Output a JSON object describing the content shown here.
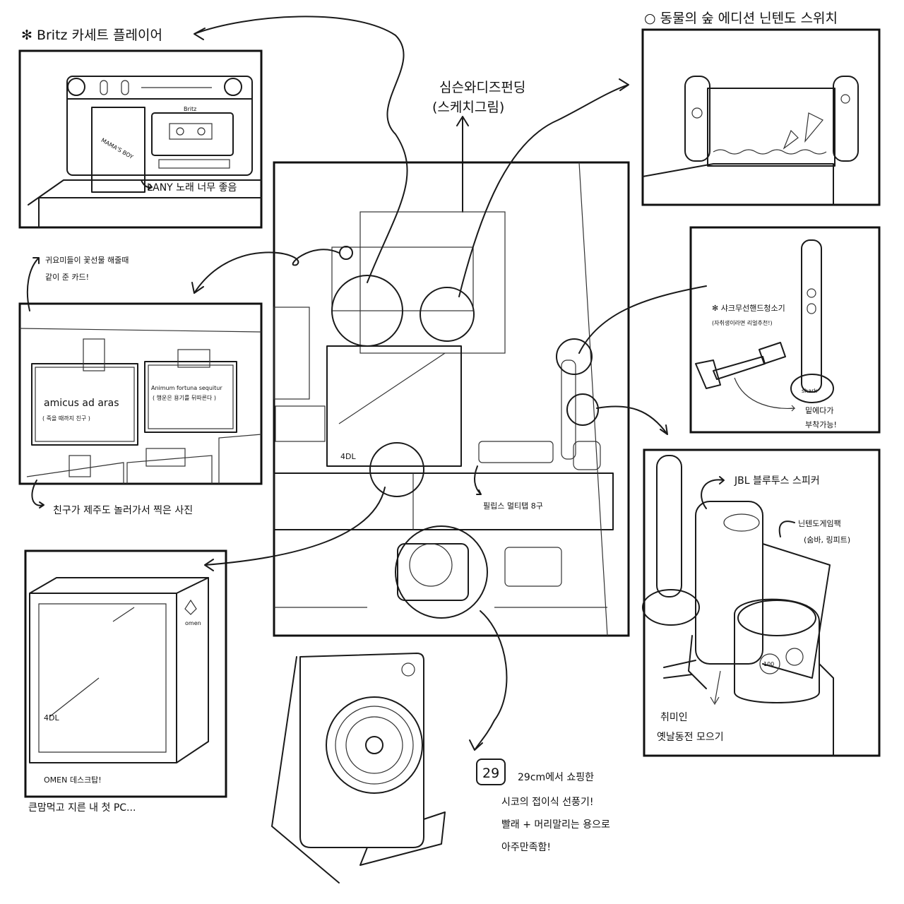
{
  "labels": {
    "cassette_title": "✻ Britz 카세트 플레이어",
    "cassette_note": "LANY 노래 너무 좋음",
    "cassette_brand": "Britz",
    "album_title": "MAMA'S BOY",
    "switch_title": "○ 동물의 숲 에디션 닌텐도 스위치",
    "center_title_1": "심슨와디즈펀딩",
    "center_title_2": "(스케치그림)",
    "card_note_1": "귀요미들이 꽃선물 해줄때",
    "card_note_2": "같이 준 카드!",
    "card1_latin": "amicus ad aras",
    "card1_korean": "( 죽을 때까지 친구 )",
    "card2_latin": "Animum fortuna sequitur",
    "card2_korean": "( 행운은 용기를 뒤따른다 )",
    "photo_note": "친구가 제주도 놀러가서 찍은 사진",
    "omen_caption": "OMEN 데스크탑!",
    "omen_note": "큰맘먹고 지른 내 첫 PC...",
    "omen_logo": "omen",
    "case_label": "4DL",
    "multitap_note": "필립스 멀티탭 8구",
    "shark_title": "✻ 샤크무선핸드청소기",
    "shark_sub": "(자취생이라면 리얼추천!)",
    "shark_brand": "shark",
    "shark_note_1": "밑에다가",
    "shark_note_2": "부착가능!",
    "jbl_title": "JBL 블루투스 스피커",
    "gamepack_1": "닌텐도게임팩",
    "gamepack_2": "(숨바, 링피트)",
    "coin_note_1": "취미인",
    "coin_note_2": "옛날동전 모으기",
    "coin_value": "100",
    "fan_badge": "29",
    "fan_note_1": "29cm에서 쇼핑한",
    "fan_note_2": "시코의 접이식 선풍기!",
    "fan_note_3": "빨래 + 머리말리는 용으로",
    "fan_note_4": "아주만족함!"
  },
  "colors": {
    "ink": "#1a1a1a",
    "paper": "#ffffff"
  }
}
